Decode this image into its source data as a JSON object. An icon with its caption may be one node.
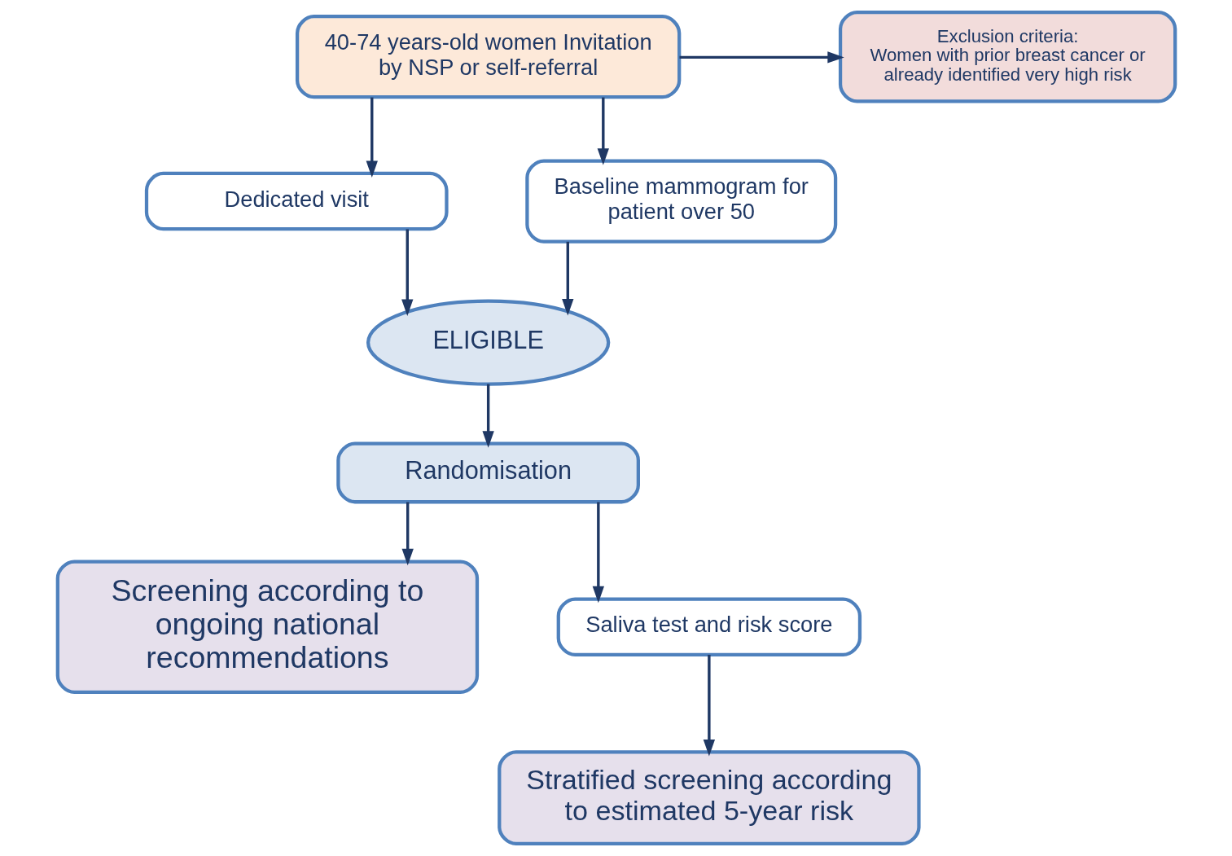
{
  "diagram": {
    "nodes": [
      {
        "text": [
          "40-74 years-old women Invitation by NSP or self-referral"
        ]
      },
      {
        "text": [
          "Exclusion criteria:",
          "Women with prior breast cancer or already identified very high risk"
        ]
      },
      {
        "text": [
          "Dedicated visit"
        ]
      },
      {
        "text": [
          "Baseline mammogram for patient over 50"
        ]
      },
      {
        "text": [
          "ELIGIBLE"
        ]
      },
      {
        "text": [
          "Randomisation"
        ]
      },
      {
        "text": [
          "Screening according to ongoing national recommendations"
        ]
      },
      {
        "text": [
          "Saliva test and risk score"
        ]
      },
      {
        "text": [
          "Stratified screening according to estimated 5-year risk"
        ]
      }
    ],
    "edges": [
      {
        "from": 0,
        "to": 1,
        "arrow": "to"
      },
      {
        "from": 0,
        "to": 2,
        "arrow": "to"
      },
      {
        "from": 0,
        "to": 3,
        "arrow": "to"
      },
      {
        "from": 2,
        "to": 4,
        "arrow": "to"
      },
      {
        "from": 3,
        "to": 4,
        "arrow": "to"
      },
      {
        "from": 4,
        "to": 5,
        "arrow": "to"
      },
      {
        "from": 5,
        "to": 6,
        "arrow": "to"
      },
      {
        "from": 5,
        "to": 7,
        "arrow": "to"
      },
      {
        "from": 7,
        "to": 8,
        "arrow": "to"
      }
    ]
  }
}
